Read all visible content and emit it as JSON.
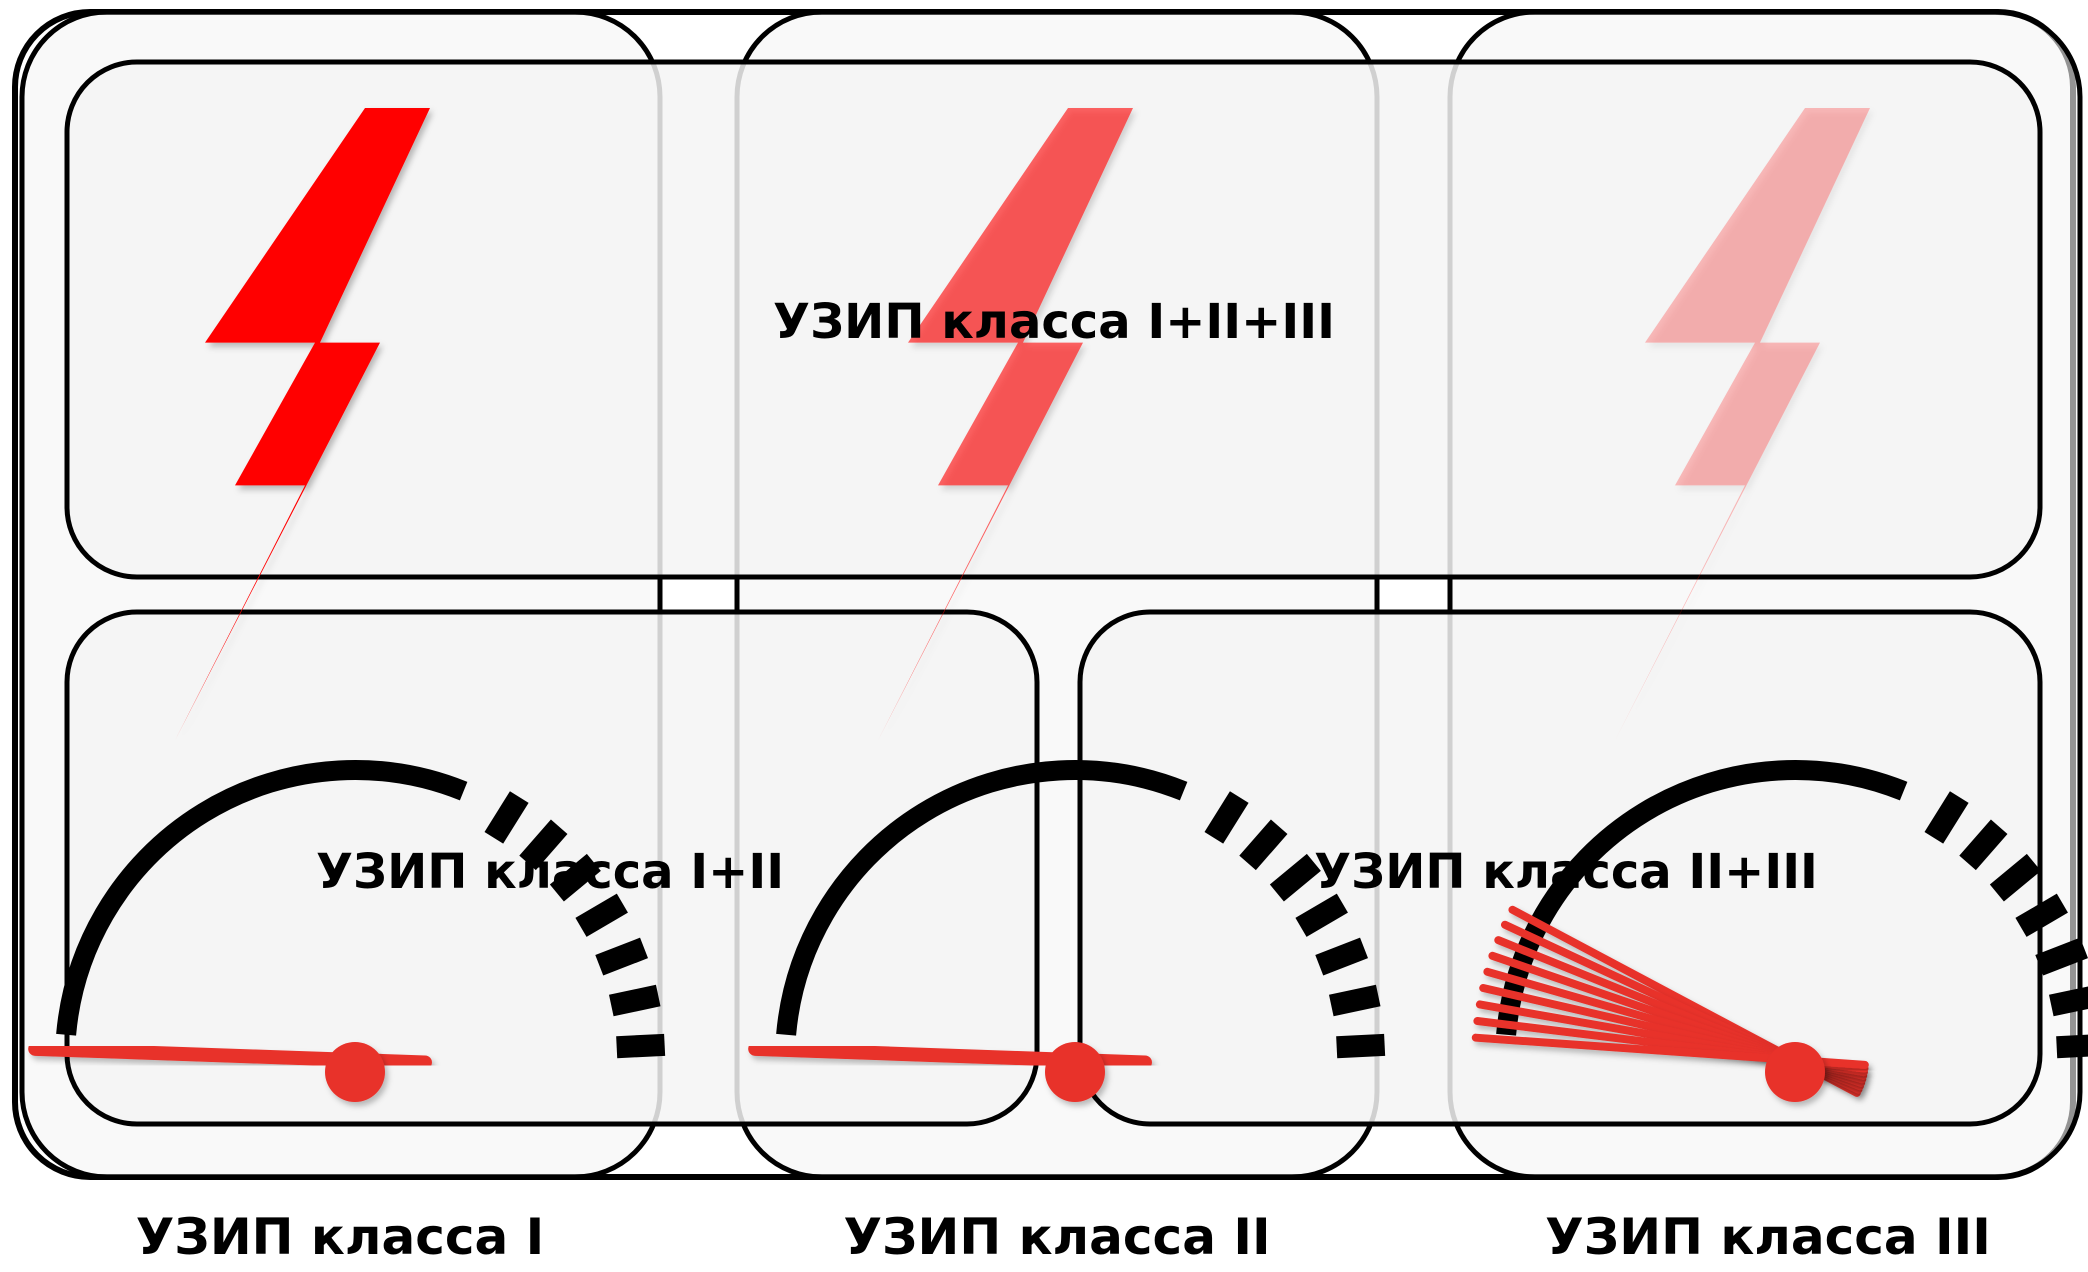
{
  "zones": {
    "top_label": "УЗИП класса I+II+III",
    "bottom_left_label": "УЗИП класса I+II",
    "bottom_right_label": "УЗИП класса II+III"
  },
  "columns": [
    {
      "label": "УЗИП класса I",
      "bolt_opacity": 1.0,
      "needle_count": 1
    },
    {
      "label": "УЗИП класса II",
      "bolt_opacity": 0.6,
      "needle_count": 1
    },
    {
      "label": "УЗИП класса III",
      "bolt_opacity": 0.25,
      "needle_count": 9
    }
  ],
  "colors": {
    "bolt": "#ff0000",
    "needle": "#e8302a",
    "gauge": "#000000",
    "panel_fill": "#f4f4f4",
    "panel_stroke": "#000000"
  }
}
